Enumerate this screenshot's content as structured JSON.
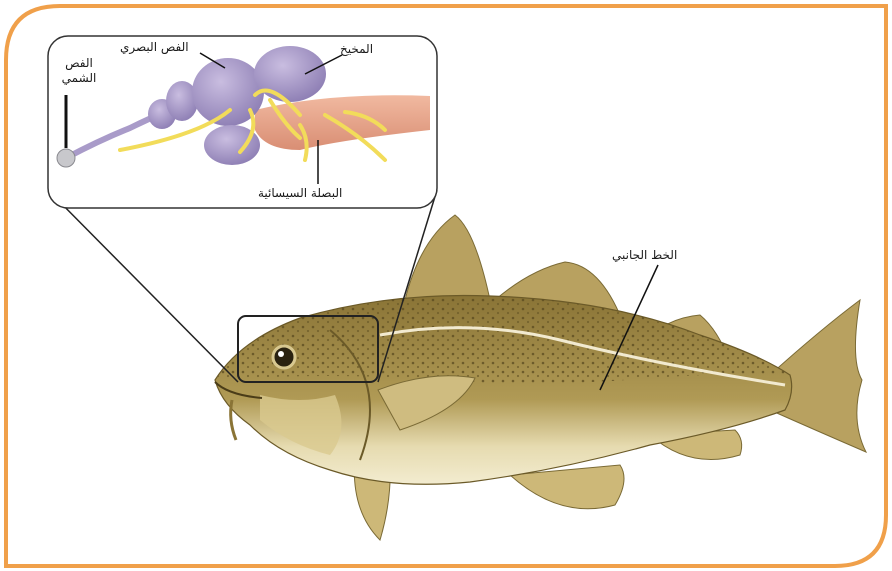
{
  "labels": {
    "olfactory_lobe": "الفص الشمي",
    "optic_lobe": "الفص البصري",
    "cerebellum": "المخيخ",
    "medulla": "البصلة السيسائية",
    "lateral_line": "الخط الجانبي"
  },
  "colors": {
    "frame": "#f0a04a",
    "fish_body": "#a08a45",
    "fish_belly": "#ece2b8",
    "fish_spots": "#5a4a20",
    "fin": "#b8a160",
    "brain_lobe": "#a99bc9",
    "brain_stem": "#e8a98f",
    "nerves": "#f2dc5a"
  }
}
